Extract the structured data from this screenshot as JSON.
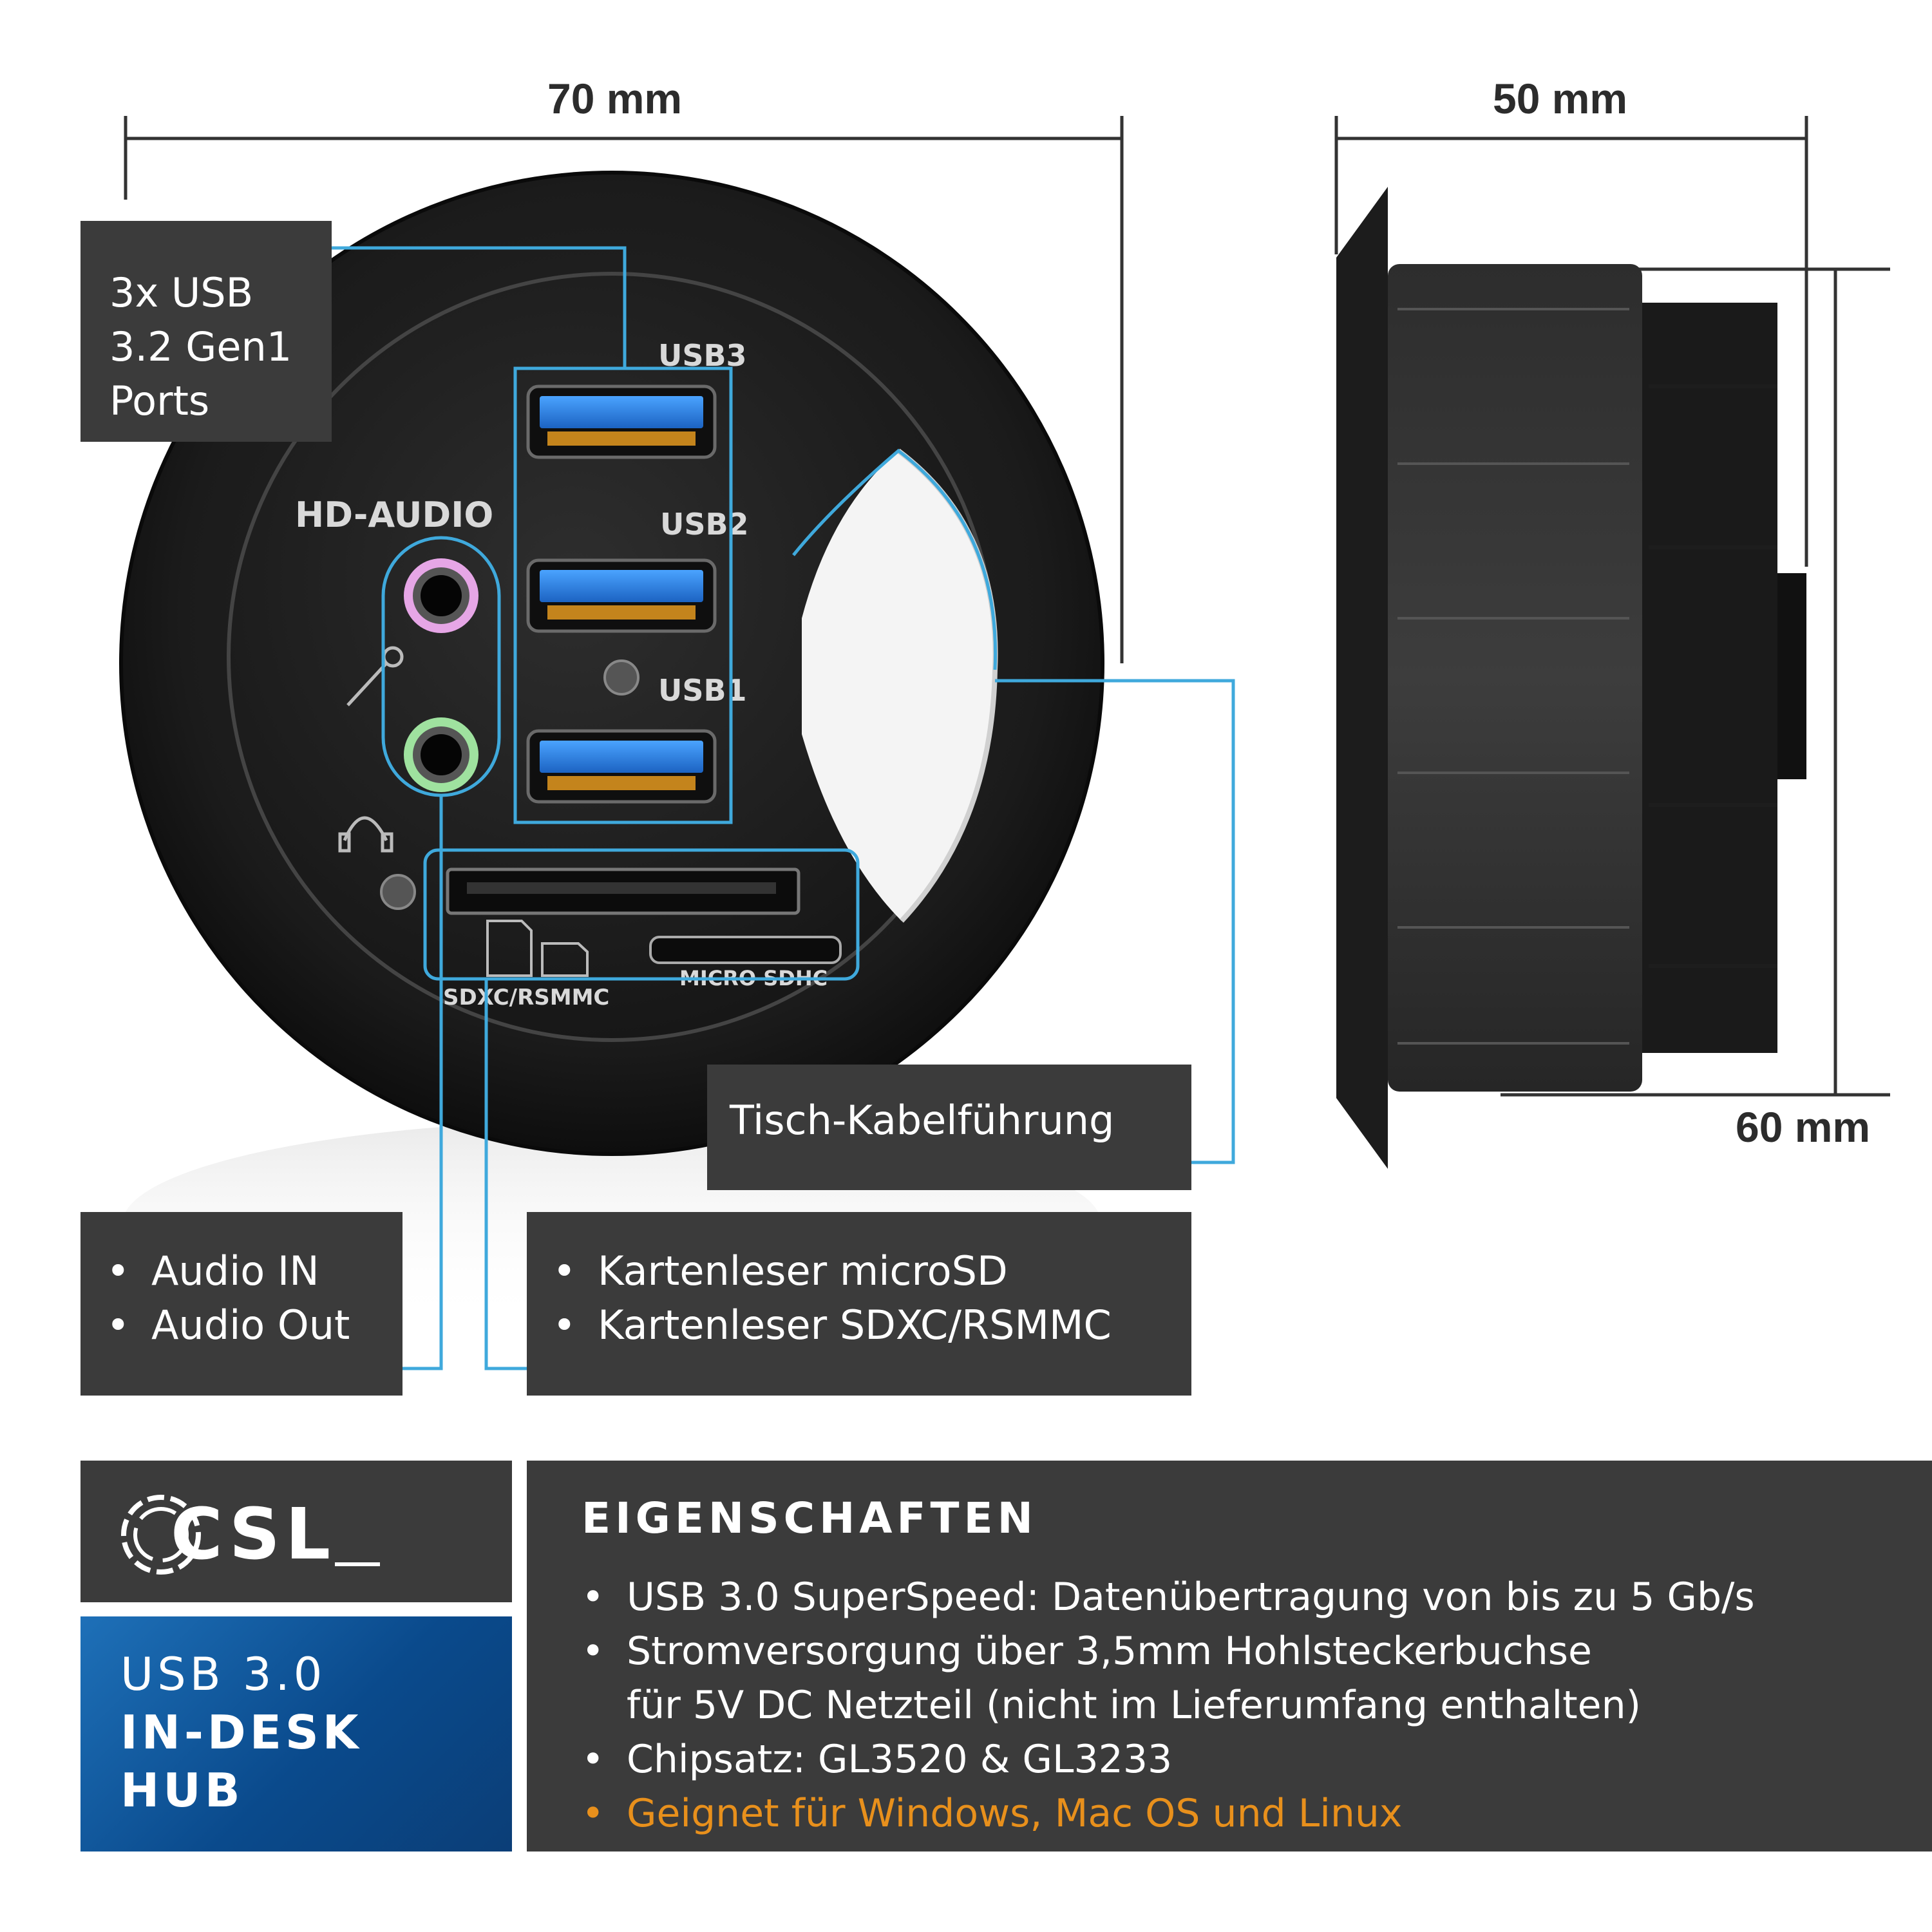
{
  "dimensions": {
    "width_label": "70 mm",
    "side_width_label": "50 mm",
    "height_label": "60 mm"
  },
  "hub_labels": {
    "usb3": "USB3",
    "usb2": "USB2",
    "usb1": "USB1",
    "hd_audio": "HD-AUDIO",
    "sdxc": "SDXC/RSMMC",
    "micro_sdhc": "MICRO SDHC"
  },
  "callouts": {
    "usb_ports": {
      "line1": "3x USB",
      "line2": "3.2 Gen1",
      "line3": "Ports"
    },
    "cable_guide": "Tisch-Kabelführung",
    "audio": [
      "Audio IN",
      "Audio Out"
    ],
    "card_reader": [
      "Kartenleser microSD",
      "Kartenleser SDXC/RSMMC"
    ]
  },
  "brand": {
    "logo_text": "CSL"
  },
  "product": {
    "line1": "USB 3.0",
    "line2": "IN-DESK",
    "line3": "HUB"
  },
  "properties": {
    "title": "EIGENSCHAFTEN",
    "items": [
      "USB 3.0 SuperSpeed: Datenübertragung von bis zu 5 Gb/s",
      "Stromversorgung über 3,5mm Hohlsteckerbuchse",
      "für 5V DC Netzteil (nicht im Lieferumfang enthalten)",
      "Chipsatz: GL3520 & GL3233",
      "Geignet für Windows, Mac OS und Linux"
    ]
  },
  "colors": {
    "accent_blue": "#3fa9dc",
    "panel_dark": "#3b3b3b",
    "highlight_orange": "#e8901c",
    "usb_blue": "#2a7fd6"
  }
}
